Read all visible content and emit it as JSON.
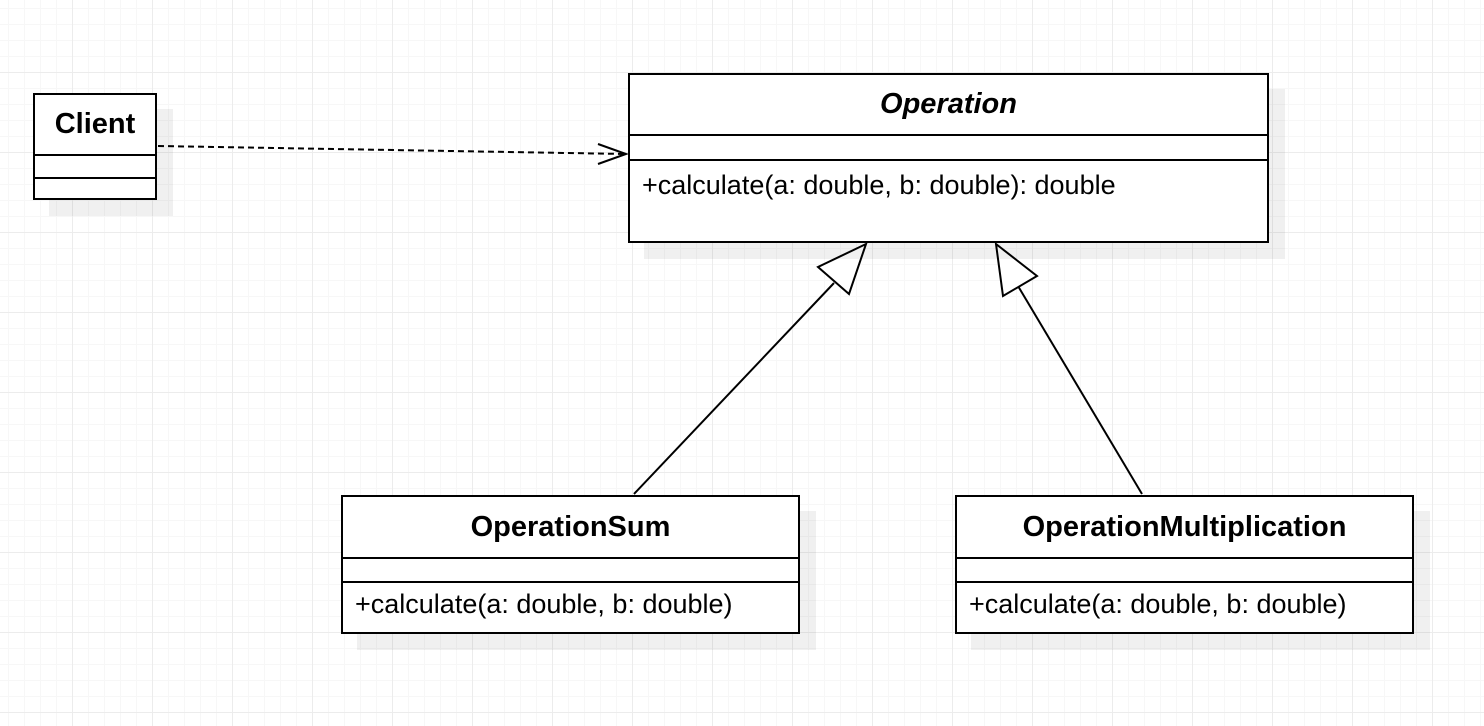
{
  "classes": {
    "client": {
      "name": "Client",
      "attributes": [],
      "methods": []
    },
    "operation": {
      "name": "Operation",
      "abstract": true,
      "attributes": [],
      "methods": [
        "+calculate(a: double, b: double): double"
      ]
    },
    "operation_sum": {
      "name": "OperationSum",
      "attributes": [],
      "methods": [
        "+calculate(a: double, b: double)"
      ]
    },
    "operation_multiplication": {
      "name": "OperationMultiplication",
      "attributes": [],
      "methods": [
        "+calculate(a: double, b: double)"
      ]
    }
  },
  "relationships": [
    {
      "type": "dependency",
      "from": "Client",
      "to": "Operation"
    },
    {
      "type": "generalization",
      "from": "OperationSum",
      "to": "Operation"
    },
    {
      "type": "generalization",
      "from": "OperationMultiplication",
      "to": "Operation"
    }
  ]
}
